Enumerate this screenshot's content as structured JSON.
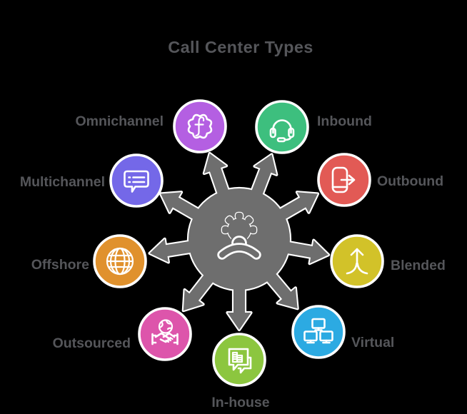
{
  "title": "Call Center Types",
  "colors": {
    "background": "#000000",
    "text": "#55565a",
    "hub": "#6e6e6e",
    "outline": "#ffffff"
  },
  "hub": {
    "icon": "gear-handset-icon"
  },
  "items": [
    {
      "label": "Omnichannel",
      "icon": "seal-f-icon",
      "color": "#b45fe2"
    },
    {
      "label": "Inbound",
      "icon": "headset-icon",
      "color": "#3dbf7e"
    },
    {
      "label": "Outbound",
      "icon": "phone-arrow-icon",
      "color": "#e25a55"
    },
    {
      "label": "Blended",
      "icon": "merge-arrows-icon",
      "color": "#d2c229"
    },
    {
      "label": "Virtual",
      "icon": "computer-network-icon",
      "color": "#2caae2"
    },
    {
      "label": "In-house",
      "icon": "chat-building-icon",
      "color": "#8cc63f"
    },
    {
      "label": "Outsourced",
      "icon": "handshake-globe-icon",
      "color": "#dd55ab"
    },
    {
      "label": "Offshore",
      "icon": "globe-icon",
      "color": "#e0912d"
    },
    {
      "label": "Multichannel",
      "icon": "chat-list-icon",
      "color": "#7468e8"
    }
  ]
}
